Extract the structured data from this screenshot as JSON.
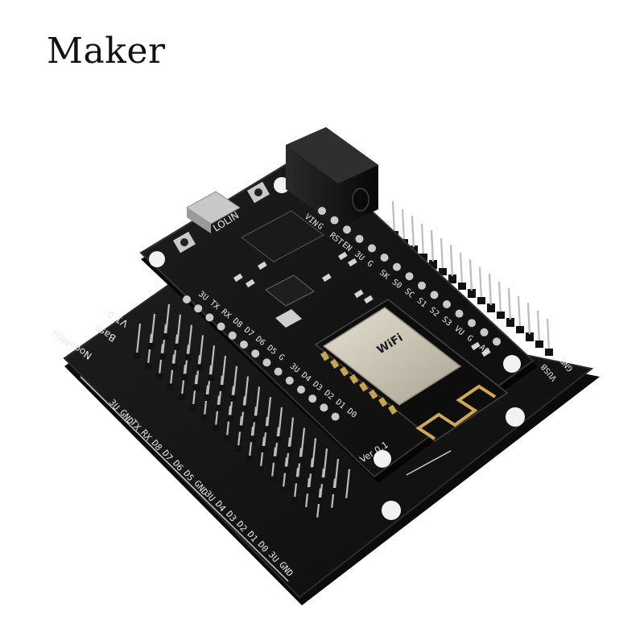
{
  "brand": {
    "text": "Maker"
  },
  "colors": {
    "background": "#ffffff",
    "pcb": "#141414",
    "pcb_edge": "#2a2a2a",
    "silkscreen": "#e8e8e8",
    "gold": "#c9a54a",
    "pin_metal": "#b9b9b9",
    "shield_metal": "#cfc9b8"
  },
  "labels": {
    "board_brand": "LOLIN",
    "wifi_label": "WiFi",
    "version": "Ver 0.1",
    "top_header_left": [
      "3U",
      "TX",
      "RX",
      "D8",
      "D7",
      "D6",
      "D5",
      "G",
      "3U",
      "D4",
      "D3",
      "D2",
      "D1",
      "D0"
    ],
    "top_header_right": [
      "VIN",
      "G",
      "RST",
      "EN",
      "3U",
      "G",
      "SK",
      "S0",
      "SC",
      "S1",
      "S2",
      "S3",
      "VU",
      "G",
      "A0"
    ],
    "base_left": [
      "3U",
      "GND",
      "TX",
      "RX",
      "D8",
      "D7",
      "D6",
      "D5",
      "GND",
      "3U",
      "D4",
      "D3",
      "D2",
      "D1",
      "D0",
      "3U",
      "GND"
    ],
    "base_right": [
      "GND",
      "VUSB"
    ],
    "base_top": [
      "V1.0",
      "Base",
      "NodeMcu"
    ]
  }
}
